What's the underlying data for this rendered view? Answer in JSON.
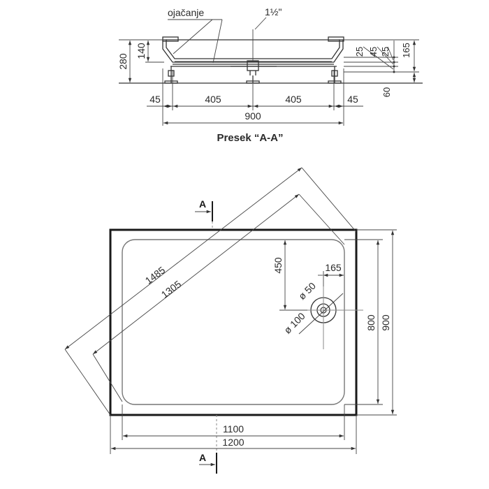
{
  "section": {
    "label_reinforcement": "ojačanje",
    "label_drain_size": "1½\"",
    "height_total": "280",
    "height_tray": "140",
    "dim_25_a": "25",
    "dim_45": "45",
    "dim_25_b": "25",
    "dim_165": "165",
    "dim_60": "60",
    "width_left_45": "45",
    "width_left_405": "405",
    "width_right_405": "405",
    "width_right_45": "45",
    "width_total": "900",
    "caption": "Presek “A-A”"
  },
  "plan": {
    "section_marker_top": "A",
    "section_marker_bottom": "A",
    "diag_outer": "1485",
    "diag_inner": "1305",
    "drain_offset_y": "450",
    "drain_offset_x": "165",
    "drain_inner_dia": "ø 50",
    "drain_outer_dia": "ø 100",
    "depth_inner": "800",
    "depth_outer": "900",
    "width_inner": "1100",
    "width_outer": "1200"
  }
}
